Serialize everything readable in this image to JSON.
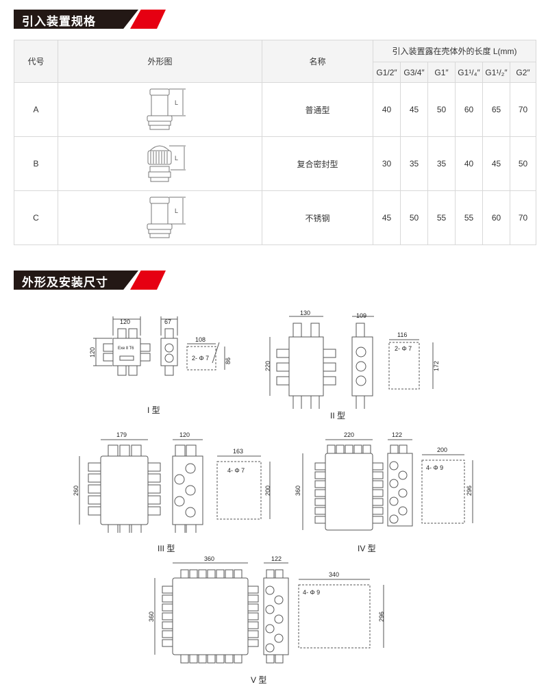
{
  "sections": {
    "spec_title": "引入装置规格",
    "dims_title": "外形及安装尺寸"
  },
  "table": {
    "headers": {
      "code": "代号",
      "figure": "外形图",
      "name": "名称",
      "length_group": "引入装置露在壳体外的长度 L(mm)",
      "sizes": [
        "G1/2″",
        "G3/4″",
        "G1″",
        "G1¹/₄″",
        "G1¹/₂″",
        "G2″"
      ]
    },
    "rows": [
      {
        "code": "A",
        "name": "普通型",
        "figure_label": "L",
        "values": [
          "40",
          "45",
          "50",
          "60",
          "65",
          "70"
        ]
      },
      {
        "code": "B",
        "name": "复合密封型",
        "figure_label": "L",
        "values": [
          "30",
          "35",
          "35",
          "40",
          "45",
          "50"
        ]
      },
      {
        "code": "C",
        "name": "不锈钢",
        "figure_label": "L",
        "values": [
          "45",
          "50",
          "55",
          "55",
          "60",
          "70"
        ]
      }
    ]
  },
  "drawings": [
    {
      "type": "I 型",
      "width": "120",
      "height": "120",
      "depth": "67",
      "mount_w": "108",
      "mount_h": "86",
      "holes": "2- Φ 7",
      "marking": "Exe Ⅱ T6"
    },
    {
      "type": "II 型",
      "width": "130",
      "height": "220",
      "depth": "109",
      "mount_w": "116",
      "mount_h": "172",
      "holes": "2- Φ 7"
    },
    {
      "type": "III 型",
      "width": "179",
      "height": "260",
      "depth": "120",
      "mount_w": "163",
      "mount_h": "200",
      "holes": "4- Φ 7"
    },
    {
      "type": "IV 型",
      "width": "220",
      "height": "360",
      "depth": "122",
      "mount_w": "200",
      "mount_h": "296",
      "holes": "4- Φ 9"
    },
    {
      "type": "V 型",
      "width": "360",
      "height": "360",
      "depth": "122",
      "mount_w": "340",
      "mount_h": "296",
      "holes": "4- Φ 9"
    }
  ]
}
